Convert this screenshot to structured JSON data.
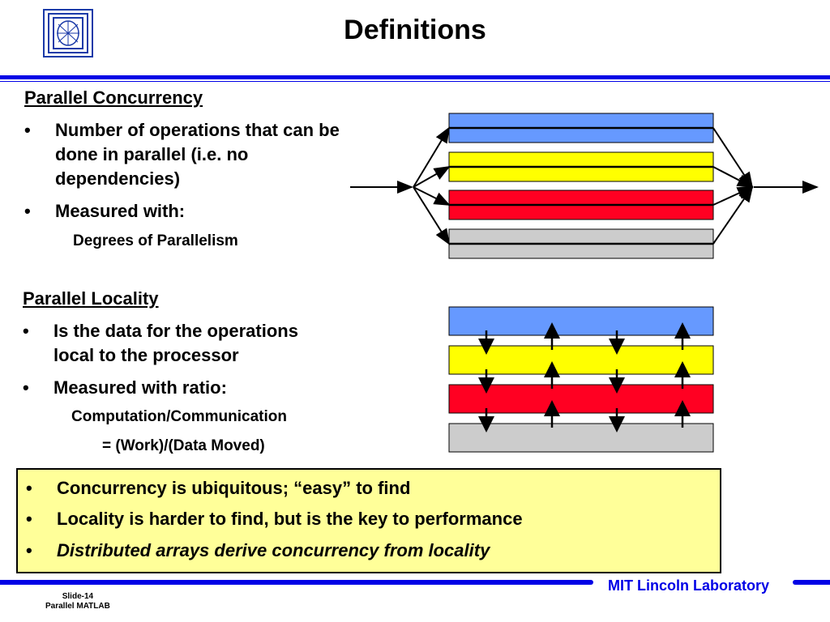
{
  "title": "Definitions",
  "concurrency": {
    "heading": "Parallel Concurrency",
    "bullets": [
      {
        "line1": "Number of operations that can be",
        "line2": "done in parallel (i.e. no",
        "line3": "dependencies)"
      },
      {
        "line1": "Measured with:"
      }
    ],
    "sub": "Degrees of Parallelism"
  },
  "locality": {
    "heading": "Parallel Locality",
    "bullets": [
      {
        "line1": "Is the data for the operations",
        "line2": "local to the processor"
      },
      {
        "line1": "Measured with ratio:"
      }
    ],
    "sub1": "Computation/Communication",
    "sub2": "= (Work)/(Data Moved)"
  },
  "summary": [
    "Concurrency is ubiquitous; “easy” to find",
    "Locality is harder to find, but is the key to performance",
    "Distributed arrays derive concurrency from locality"
  ],
  "bullet_glyph": "•",
  "footer": {
    "lab": "MIT Lincoln Laboratory",
    "slide": "Slide-14",
    "deck": "Parallel MATLAB"
  },
  "colors": {
    "rule": "#0000e6",
    "bar_blue": "#6699ff",
    "bar_yellow": "#ffff00",
    "bar_red": "#ff0022",
    "bar_gray": "#cccccc",
    "summary_box": "#ffff99"
  },
  "icons": [
    "lincoln-lab-logo-icon",
    "arrow-icon"
  ]
}
